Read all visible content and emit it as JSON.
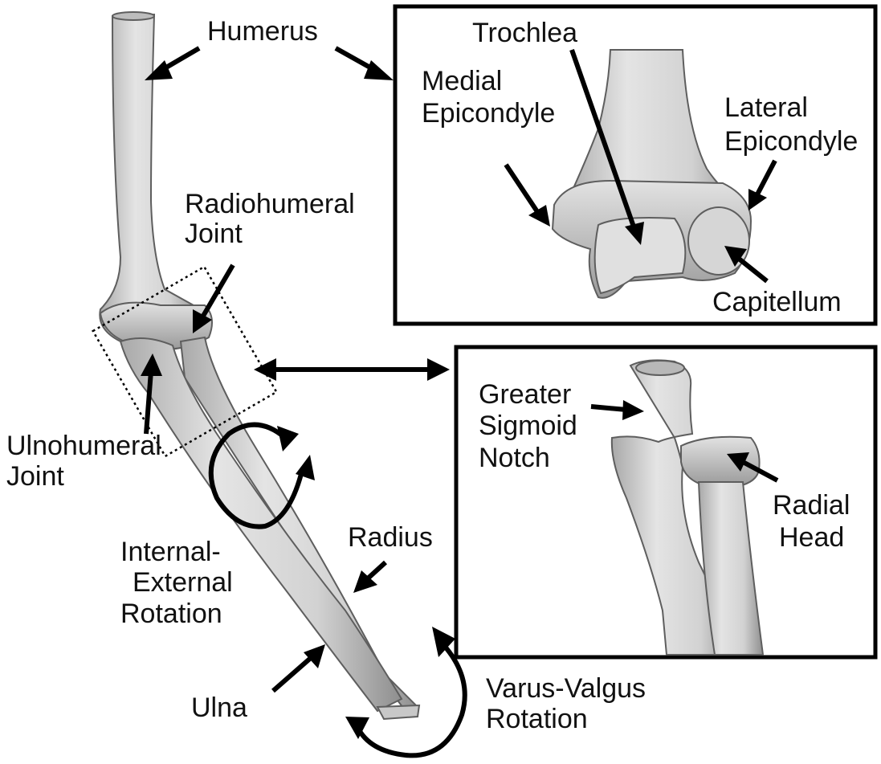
{
  "labels": {
    "humerus": "Humerus",
    "radiohumeral_1": "Radiohumeral",
    "radiohumeral_2": "Joint",
    "ulnohumeral_1": "Ulnohumeral",
    "ulnohumeral_2": "Joint",
    "int_ext_1": "Internal-",
    "int_ext_2": "External",
    "int_ext_3": "Rotation",
    "radius": "Radius",
    "ulna": "Ulna",
    "varus_1": "Varus-Valgus",
    "varus_2": "Rotation",
    "trochlea": "Trochlea",
    "medial_1": "Medial",
    "medial_2": "Epicondyle",
    "lateral_1": "Lateral",
    "lateral_2": "Epicondyle",
    "capitellum": "Capitellum",
    "greater_1": "Greater",
    "greater_2": "Sigmoid",
    "greater_3": "Notch",
    "radial_1": "Radial",
    "radial_2": "Head"
  },
  "colors": {
    "bone_fill": "#d9d9d9",
    "bone_shadow": "#a8a8a8",
    "line": "#000000",
    "background": "#ffffff"
  }
}
